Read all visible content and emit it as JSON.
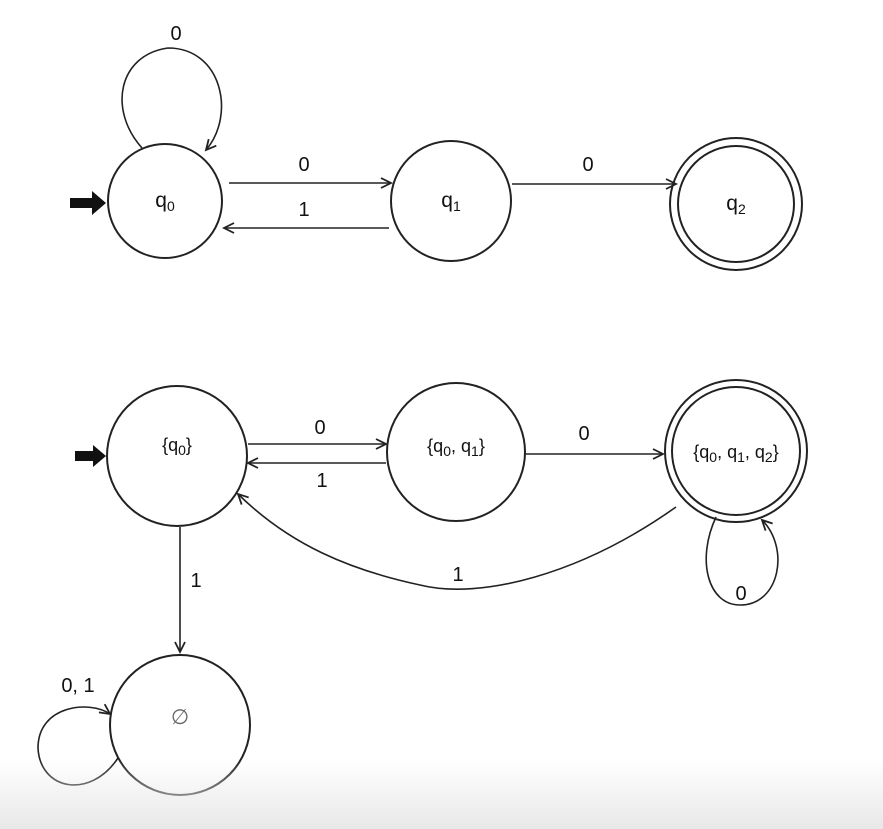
{
  "nfa": {
    "states": [
      {
        "id": "q0",
        "base": "q",
        "sub": "0",
        "start": true,
        "accept": false
      },
      {
        "id": "q1",
        "base": "q",
        "sub": "1",
        "start": false,
        "accept": false
      },
      {
        "id": "q2",
        "base": "q",
        "sub": "2",
        "start": false,
        "accept": true
      }
    ],
    "transitions": [
      {
        "from": "q0",
        "to": "q0",
        "label": "0"
      },
      {
        "from": "q0",
        "to": "q1",
        "label": "0"
      },
      {
        "from": "q1",
        "to": "q0",
        "label": "1"
      },
      {
        "from": "q1",
        "to": "q2",
        "label": "0"
      }
    ]
  },
  "dfa": {
    "states": [
      {
        "id": "s_q0",
        "label_parts": [
          "{q",
          "0",
          "}"
        ],
        "start": true,
        "accept": false
      },
      {
        "id": "s_q0q1",
        "label_parts": [
          "{q",
          "0",
          ", q",
          "1",
          "}"
        ],
        "start": false,
        "accept": false
      },
      {
        "id": "s_q0q1q2",
        "label_parts": [
          "{q",
          "0",
          ", q",
          "1",
          ", q",
          "2",
          "}"
        ],
        "start": false,
        "accept": true
      },
      {
        "id": "s_empty",
        "label": "∅",
        "start": false,
        "accept": false
      }
    ],
    "transitions": [
      {
        "from": "s_q0",
        "to": "s_q0q1",
        "label": "0"
      },
      {
        "from": "s_q0q1",
        "to": "s_q0",
        "label": "1"
      },
      {
        "from": "s_q0q1",
        "to": "s_q0q1q2",
        "label": "0"
      },
      {
        "from": "s_q0q1q2",
        "to": "s_q0q1q2",
        "label": "0"
      },
      {
        "from": "s_q0q1q2",
        "to": "s_q0",
        "label": "1"
      },
      {
        "from": "s_q0",
        "to": "s_empty",
        "label": "1"
      },
      {
        "from": "s_empty",
        "to": "s_empty",
        "label": "0, 1"
      }
    ]
  },
  "colors": {
    "stroke": "#222222",
    "text": "#111111"
  }
}
